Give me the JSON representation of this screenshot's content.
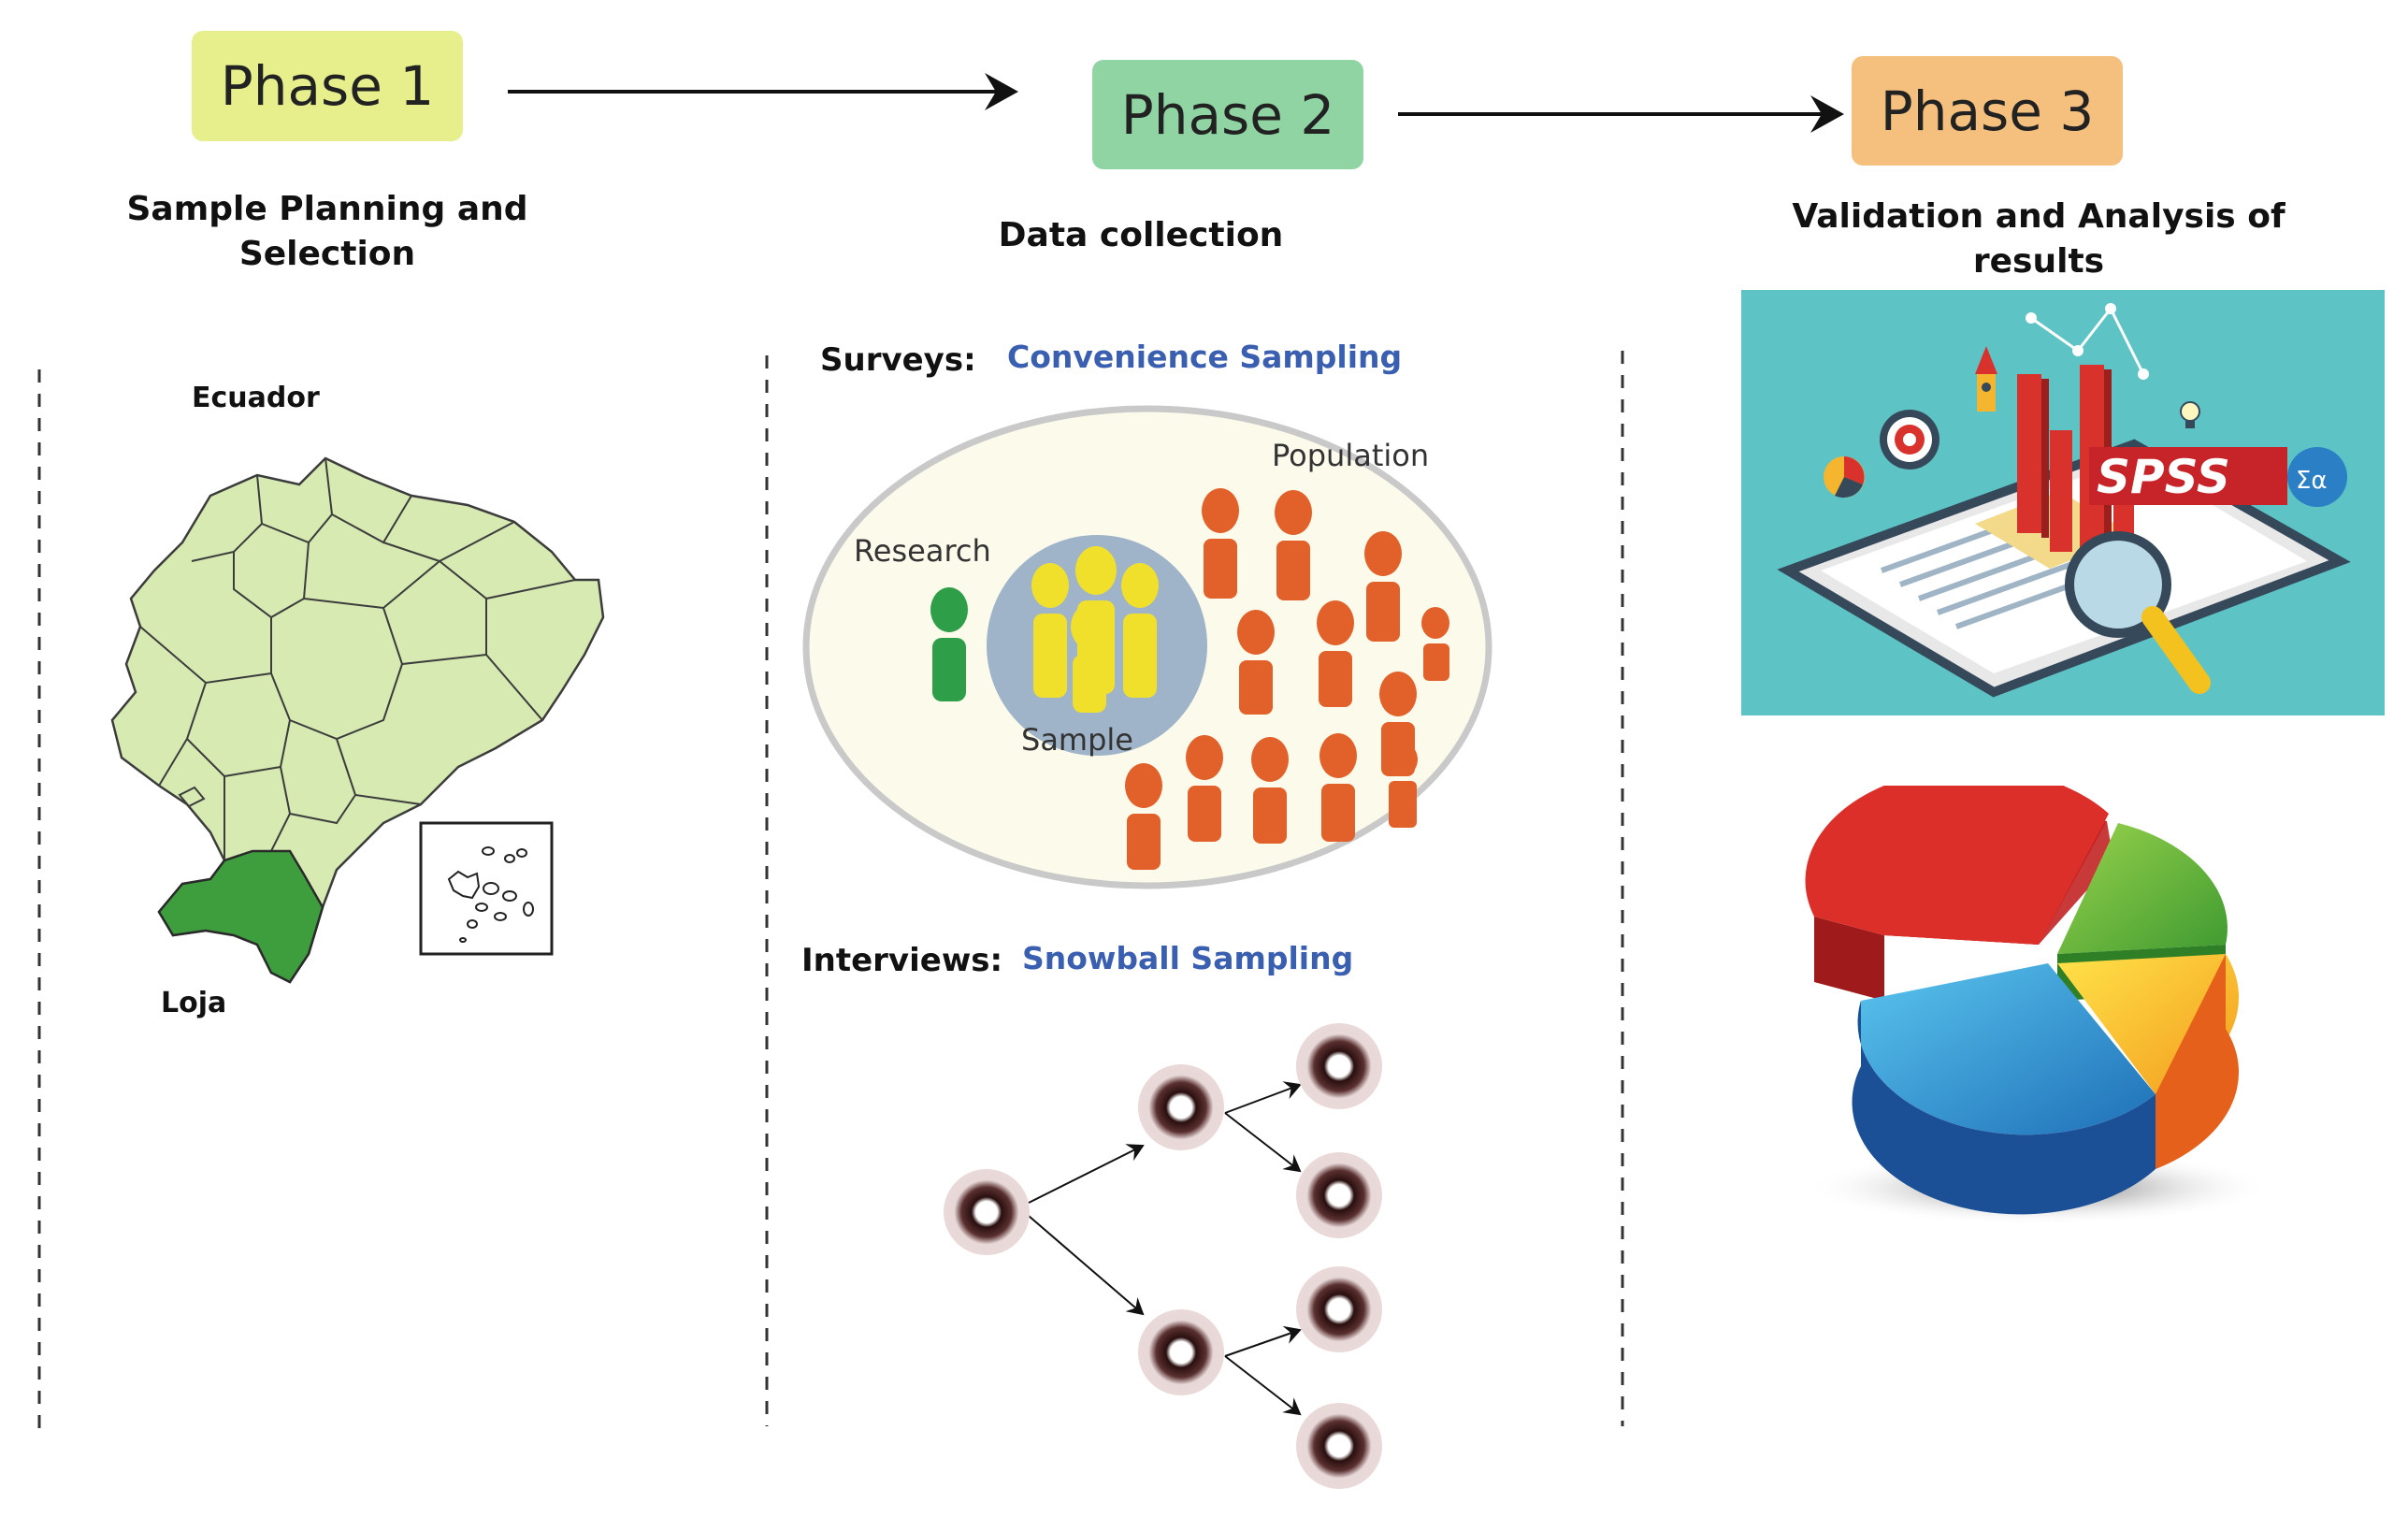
{
  "phases": [
    {
      "label": "Phase 1",
      "color": "#e6ef8c",
      "title": "Sample Planning and Selection"
    },
    {
      "label": "Phase 2",
      "color": "#8fd4a2",
      "title": "Data collection"
    },
    {
      "label": "Phase 3",
      "color": "#f5c07e",
      "title": "Validation and Analysis of results"
    }
  ],
  "map": {
    "country_label": "Ecuador",
    "region_label": "Loja",
    "land_color": "#d6eab2",
    "highlight_color": "#3e9e3e"
  },
  "surveys": {
    "label": "Surveys:",
    "method": "Convenience Sampling",
    "population_label": "Population",
    "research_label": "Research",
    "sample_label": "Sample"
  },
  "interviews": {
    "label": "Interviews:",
    "method": "Snowball Sampling"
  },
  "analysis": {
    "software_label": "SPSS",
    "sigma_label": "Σα"
  },
  "colors": {
    "population": "#e2612a",
    "sample": "#f1e02b",
    "research": "#2e9e48",
    "ellipse_fill": "#fbfaeb",
    "sample_circle": "#9fb4c8",
    "spss_bg": "#5ec3c5"
  }
}
